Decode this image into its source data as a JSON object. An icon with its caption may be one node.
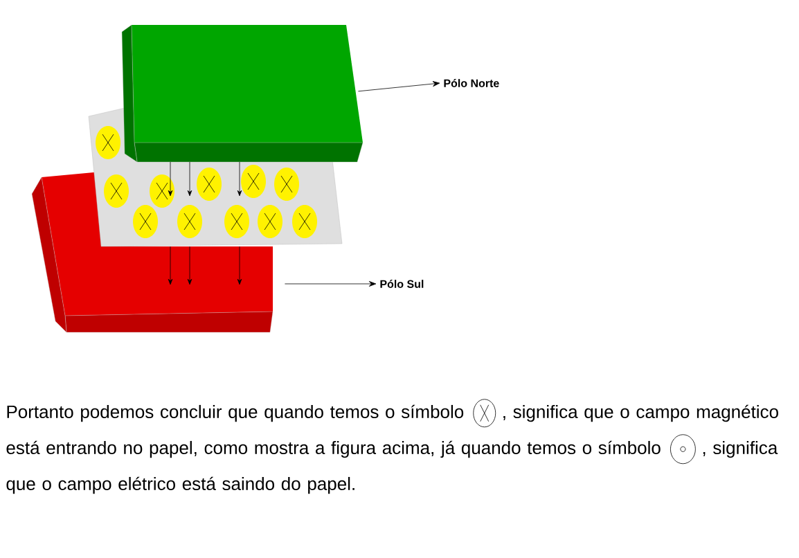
{
  "diagram": {
    "nodes": [
      {
        "text": [
          "Pólo Norte"
        ]
      },
      {
        "text": [],
        "shape": "box"
      },
      {
        "text": [
          "Pólo Sul"
        ]
      },
      {
        "text": [],
        "shape": "box"
      }
    ],
    "edges": [
      {
        "from": 1,
        "to": 0,
        "arrow": "to"
      },
      {
        "from": 3,
        "to": 2,
        "arrow": "to"
      }
    ],
    "labels": [
      "Portanto podemos concluir que quando temos o símbolo",
      ", significa que o campo magnético está entrando no papel, como mostra a figura acima, já quando temos o símbolo",
      ", significa que o campo elétrico está saindo do papel."
    ]
  }
}
